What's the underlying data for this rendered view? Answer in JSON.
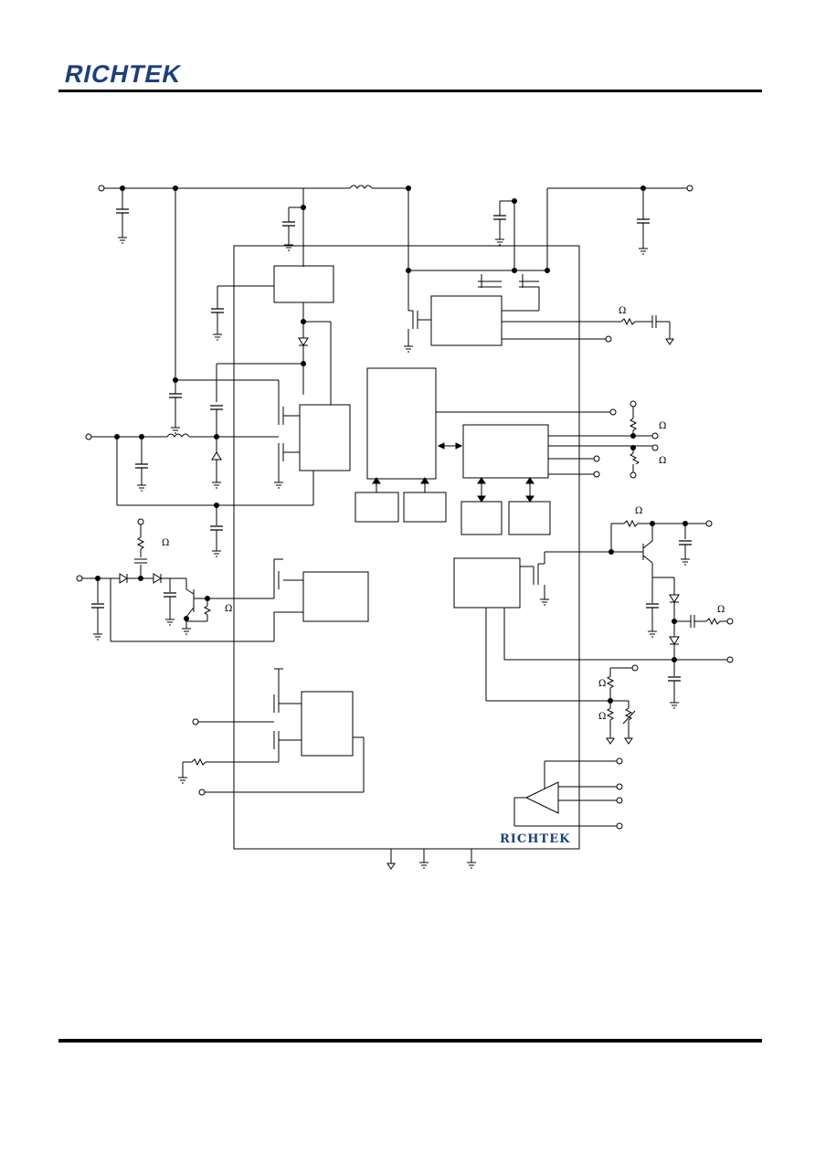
{
  "header": {
    "logo_text": "RICHTEK"
  },
  "chip": {
    "logo_text": "RICHTEK"
  },
  "symbols": {
    "ohm": "Ω"
  },
  "colors": {
    "brand": "#1d3f7a",
    "line": "#000000"
  }
}
